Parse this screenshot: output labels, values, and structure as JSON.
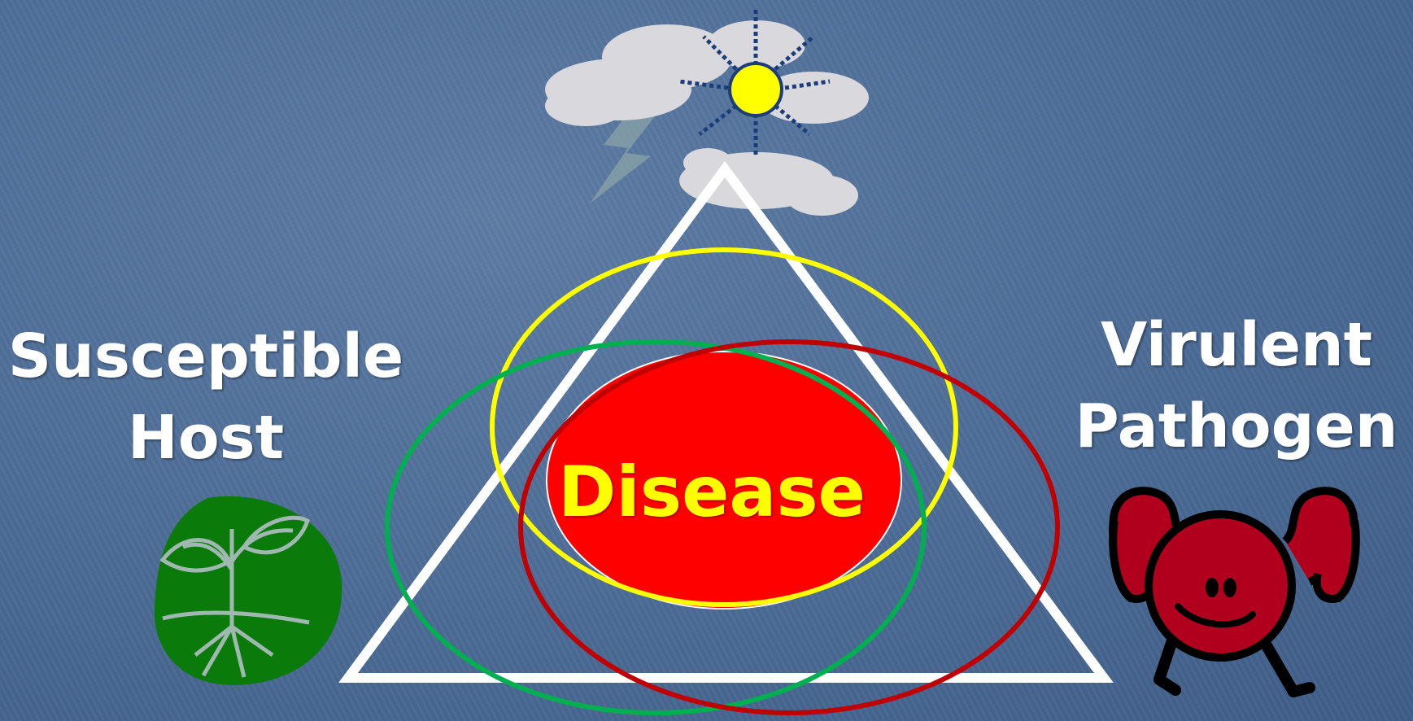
{
  "diagram": {
    "host": {
      "line1": "Susceptible",
      "line2": "Host"
    },
    "pathogen": {
      "line1": "Virulent",
      "line2": "Pathogen"
    },
    "center": {
      "label": "Disease"
    }
  },
  "icons": {
    "environment": "weather-cloud-sun-lightning-icon",
    "host": "plant-seedling-icon",
    "pathogen": "strong-microbe-icon"
  },
  "colors": {
    "triangle": "#ffffff",
    "disease_fill": "#ff0000",
    "disease_text": "#ffff00",
    "environment_circle": "#ffff00",
    "host_circle": "#00b050",
    "pathogen_circle": "#c00000",
    "host_icon": "#0a7a0a",
    "pathogen_icon": "#b0001e"
  }
}
